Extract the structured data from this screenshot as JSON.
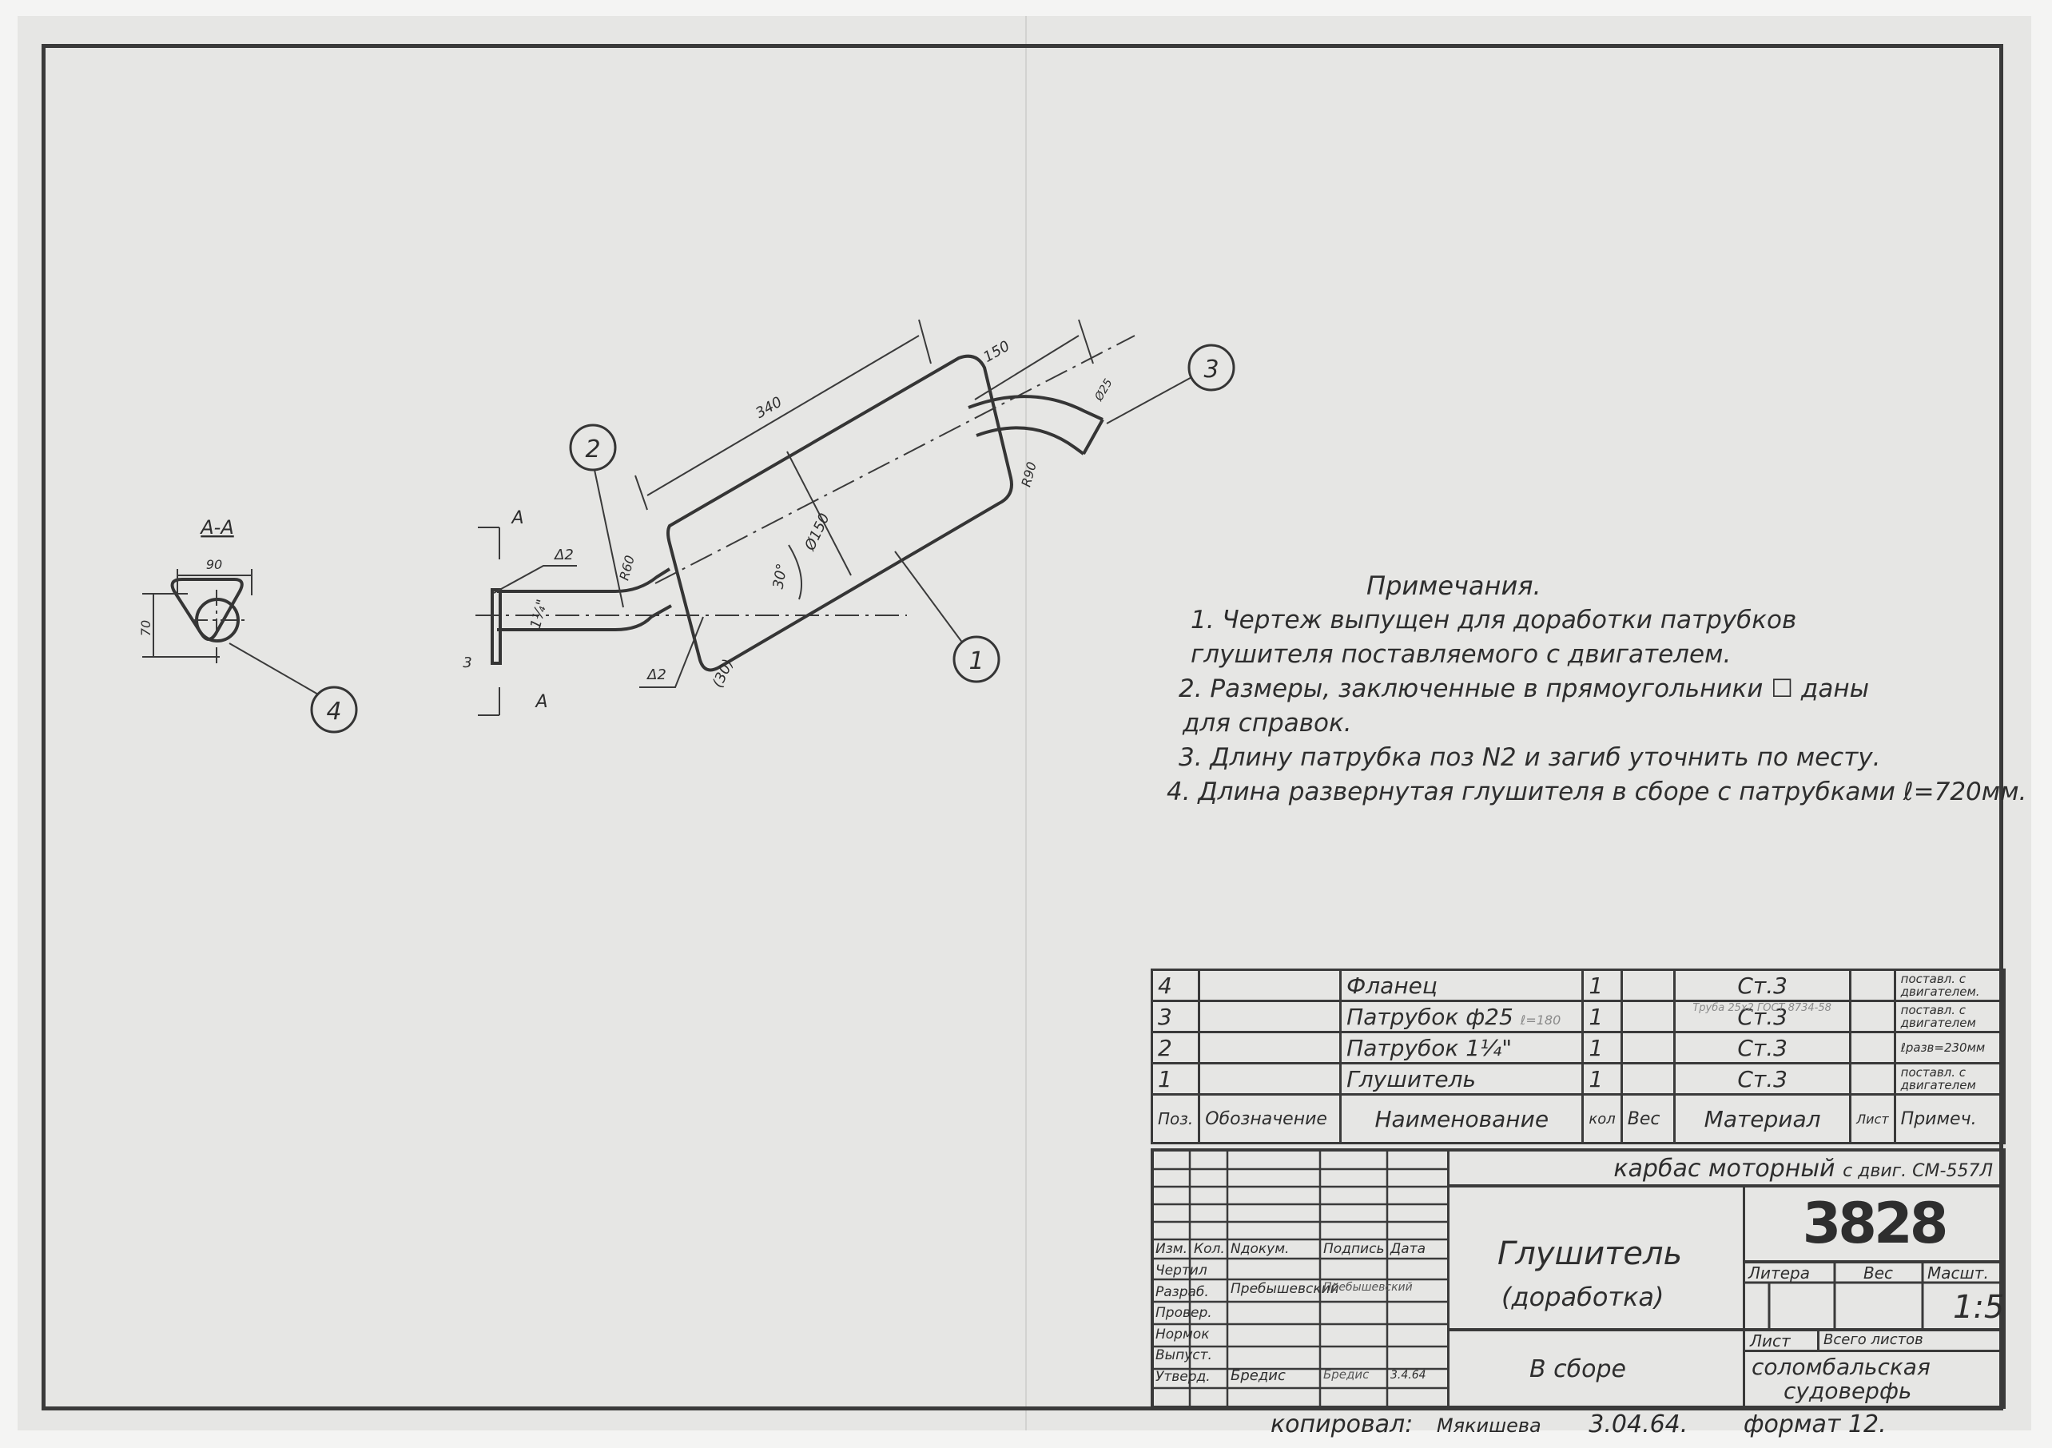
{
  "drawing": {
    "section_label": "A-A",
    "section_marker": "A",
    "dimensions": {
      "flange_width": "90",
      "flange_height": "70",
      "muffler_length": "340",
      "outlet_length": "150",
      "outlet_diameter": "Ø25",
      "muffler_diameter": "Ø150",
      "bend_radius_outlet": "R90",
      "bend_radius_inlet": "R60",
      "angle": "30°",
      "inlet_pipe_size": "1¼\"",
      "weld_1": "Δ2",
      "weld_2": "Δ2",
      "flange_thickness": "3",
      "overlap": "(30)"
    },
    "callouts": [
      "1",
      "2",
      "3",
      "4"
    ]
  },
  "notes": {
    "title": "Примечания.",
    "lines": [
      "1. Чертеж выпущен  для доработки  патрубков",
      "глушителя   поставляемого   с двигателем.",
      "2. Размеры,  заключенные  в прямоугольники ☐ даны",
      "для   справок.",
      "3. Длину  патрубка  поз N2  и загиб уточнить  по месту.",
      "4. Длина  развернутая  глушителя  в сборе  с патрубками ℓ=720мм."
    ]
  },
  "spec_table": {
    "rows": [
      {
        "pos": "4",
        "designation": "",
        "name": "Фланец",
        "qty": "1",
        "weight": "",
        "material": "Ст.3",
        "sheet": "",
        "note": "поставл. с двигателем."
      },
      {
        "pos": "3",
        "designation": "",
        "name": "Патрубок ф25",
        "name_annotation": "ℓ=180",
        "qty": "1",
        "weight": "",
        "material": "Ст.3",
        "material_annotation": "Труба 25х2 ГОСТ 8734-58",
        "sheet": "",
        "note": "поставл. с двигателем"
      },
      {
        "pos": "2",
        "designation": "",
        "name": "Патрубок 1¼\"",
        "qty": "1",
        "weight": "",
        "material": "Ст.3",
        "sheet": "",
        "note": "ℓразв=230мм"
      },
      {
        "pos": "1",
        "designation": "",
        "name": "Глушитель",
        "qty": "1",
        "weight": "",
        "material": "Ст.3",
        "sheet": "",
        "note": "поставл. с двигателем"
      }
    ],
    "headers": {
      "pos": "Поз.",
      "designation": "Обозначение",
      "name": "Наименование",
      "qty": "кол",
      "weight": "Вес",
      "material": "Материал",
      "sheet": "Лист",
      "note": "Примеч."
    }
  },
  "title_block": {
    "project": "карбас   моторный",
    "project_engine": "с двиг. СМ-557Л",
    "drawing_number": "3828",
    "part_name": "Глушитель",
    "part_subtitle": "(доработка)",
    "assembly": "В сборе",
    "litera_label": "Литера",
    "weight_label": "Вес",
    "scale_label": "Масшт.",
    "scale": "1:5",
    "sheet_label": "Лист",
    "total_sheets_label": "Всего листов",
    "organization_line1": "соломбальская",
    "organization_line2": "судоверфь",
    "revision_headers": {
      "izm": "Изм.",
      "kol": "Кол.",
      "ndoc": "Nдокум.",
      "sign": "Подпись",
      "date": "Дата"
    },
    "roles": [
      {
        "role": "Чертил",
        "name": "",
        "sign": "",
        "date": ""
      },
      {
        "role": "Разраб.",
        "name": "Пребышевский",
        "sign": "Пребышевский",
        "date": ""
      },
      {
        "role": "Провер.",
        "name": "",
        "sign": "",
        "date": ""
      },
      {
        "role": "Нормок",
        "name": "",
        "sign": "",
        "date": ""
      },
      {
        "role": "Выпуст.",
        "name": "Бредис",
        "sign": "Бредис",
        "date": "3.4.64"
      },
      {
        "role": "Утверд.",
        "name": "",
        "sign": "",
        "date": ""
      }
    ]
  },
  "footer": {
    "copied_label": "копировал:",
    "copied_by": "Мякишева",
    "copied_date": "3.04.64.",
    "format": "формат 12."
  }
}
